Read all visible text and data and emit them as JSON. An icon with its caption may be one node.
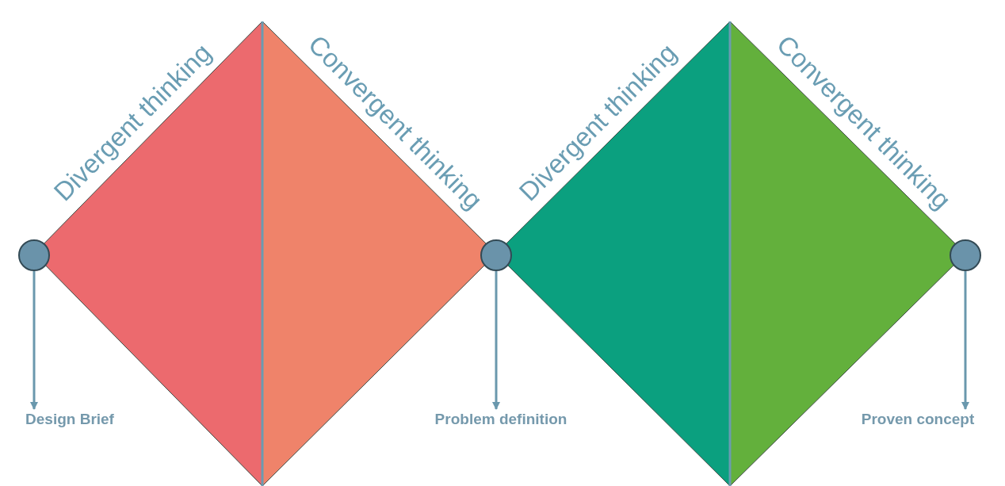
{
  "diagram": {
    "nodes": [
      {
        "text": [
          "Divergent thinking"
        ]
      },
      {
        "text": [
          "Convergent thinking"
        ]
      },
      {
        "text": [
          "Divergent thinking"
        ]
      },
      {
        "text": [
          "Convergent thinking"
        ]
      },
      {
        "text": [],
        "shape": "circle"
      },
      {
        "text": [],
        "shape": "circle"
      },
      {
        "text": [],
        "shape": "circle"
      },
      {
        "text": [
          "Design Brief"
        ]
      },
      {
        "text": [
          "Problem definition"
        ]
      },
      {
        "text": [
          "Proven concept"
        ]
      }
    ],
    "edges": [
      {
        "from": 4,
        "to": 7,
        "arrow": "to"
      },
      {
        "from": 5,
        "to": 8,
        "arrow": "to"
      },
      {
        "from": 6,
        "to": 9,
        "arrow": "to"
      }
    ]
  }
}
